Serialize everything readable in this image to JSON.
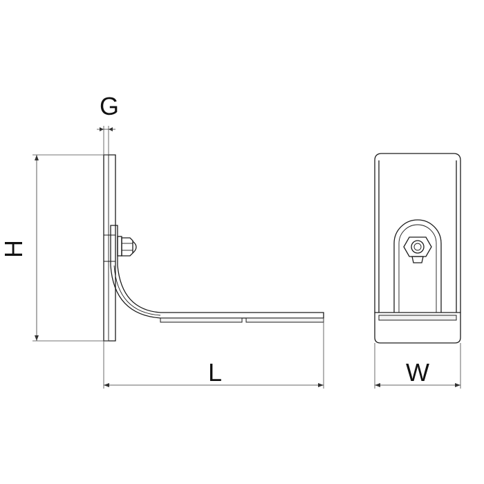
{
  "dimensions": {
    "gap": "G",
    "height": "H",
    "length": "L",
    "width": "W"
  }
}
